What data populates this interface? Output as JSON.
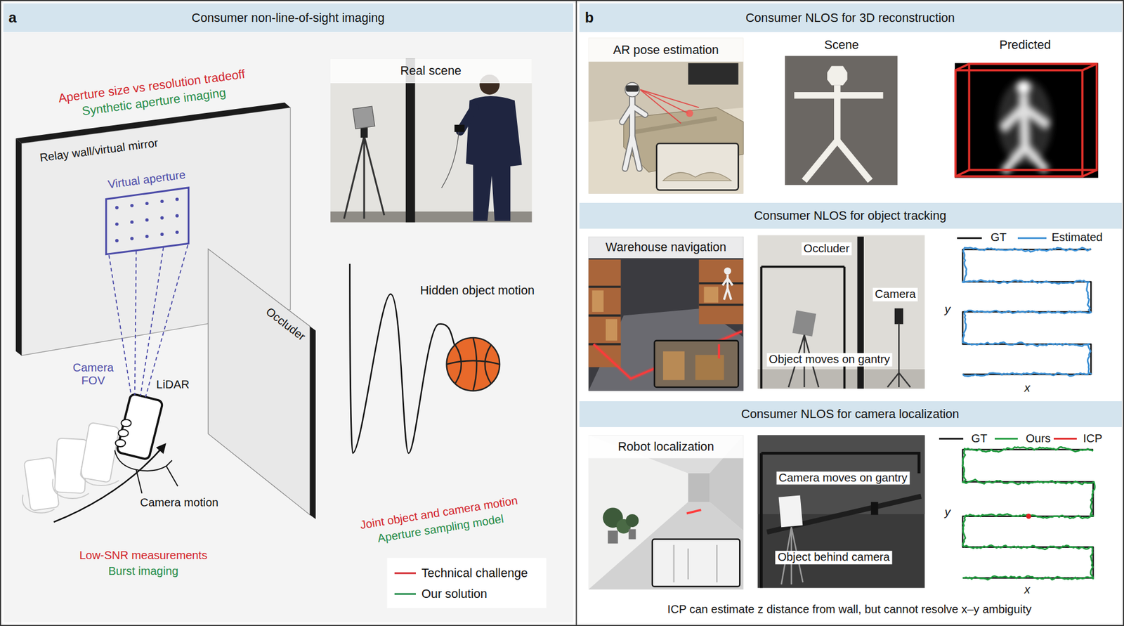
{
  "diagram": {
    "nodes": [
      {
        "text": [
          "Consumer non-line-of-sight imaging"
        ]
      },
      {
        "text": [
          "Relay wall/virtual mirror"
        ]
      },
      {
        "text": [
          "Virtual aperture"
        ],
        "in": 1
      },
      {
        "text": [
          "Occluder"
        ]
      },
      {
        "text": [
          "Real scene"
        ]
      },
      {
        "text": [
          "Consumer NLOS for 3D reconstruction"
        ]
      },
      {
        "text": [
          "AR pose estimation"
        ]
      },
      {
        "text": [
          "Scene"
        ]
      },
      {
        "text": [
          "Predicted"
        ]
      },
      {
        "text": [
          "Consumer NLOS for object tracking"
        ]
      },
      {
        "text": [
          "Warehouse navigation"
        ]
      },
      {
        "text": [
          "Occluder",
          "Camera",
          "Object moves on gantry"
        ]
      },
      {
        "text": [
          "Consumer NLOS for camera localization"
        ]
      },
      {
        "text": [
          "Robot localization"
        ]
      },
      {
        "text": [
          "Camera moves on gantry",
          "Object behind camera"
        ]
      }
    ],
    "labels": [
      "a",
      "b",
      "Aperture size vs resolution tradeoff",
      "Synthetic aperture imaging",
      "Camera FOV",
      "LiDAR",
      "Camera motion",
      "Low-SNR measurements",
      "Burst imaging",
      "Hidden object motion",
      "Joint object and camera motion",
      "Aperture sampling model",
      "y",
      "x",
      "y",
      "x",
      "ICP can estimate z distance from wall, but cannot resolve x–y ambiguity"
    ],
    "legend": [
      {
        "text": "Technical challenge",
        "color": "#d2232a"
      },
      {
        "text": "Our solution",
        "color": "#1f8b47"
      },
      {
        "text": "GT",
        "color": "#111111"
      },
      {
        "text": "Estimated",
        "color": "#3b8fd4"
      },
      {
        "text": "GT",
        "color": "#111111"
      },
      {
        "text": "Ours",
        "color": "#1e9a3c"
      },
      {
        "text": "ICP",
        "color": "#e02020"
      }
    ]
  }
}
